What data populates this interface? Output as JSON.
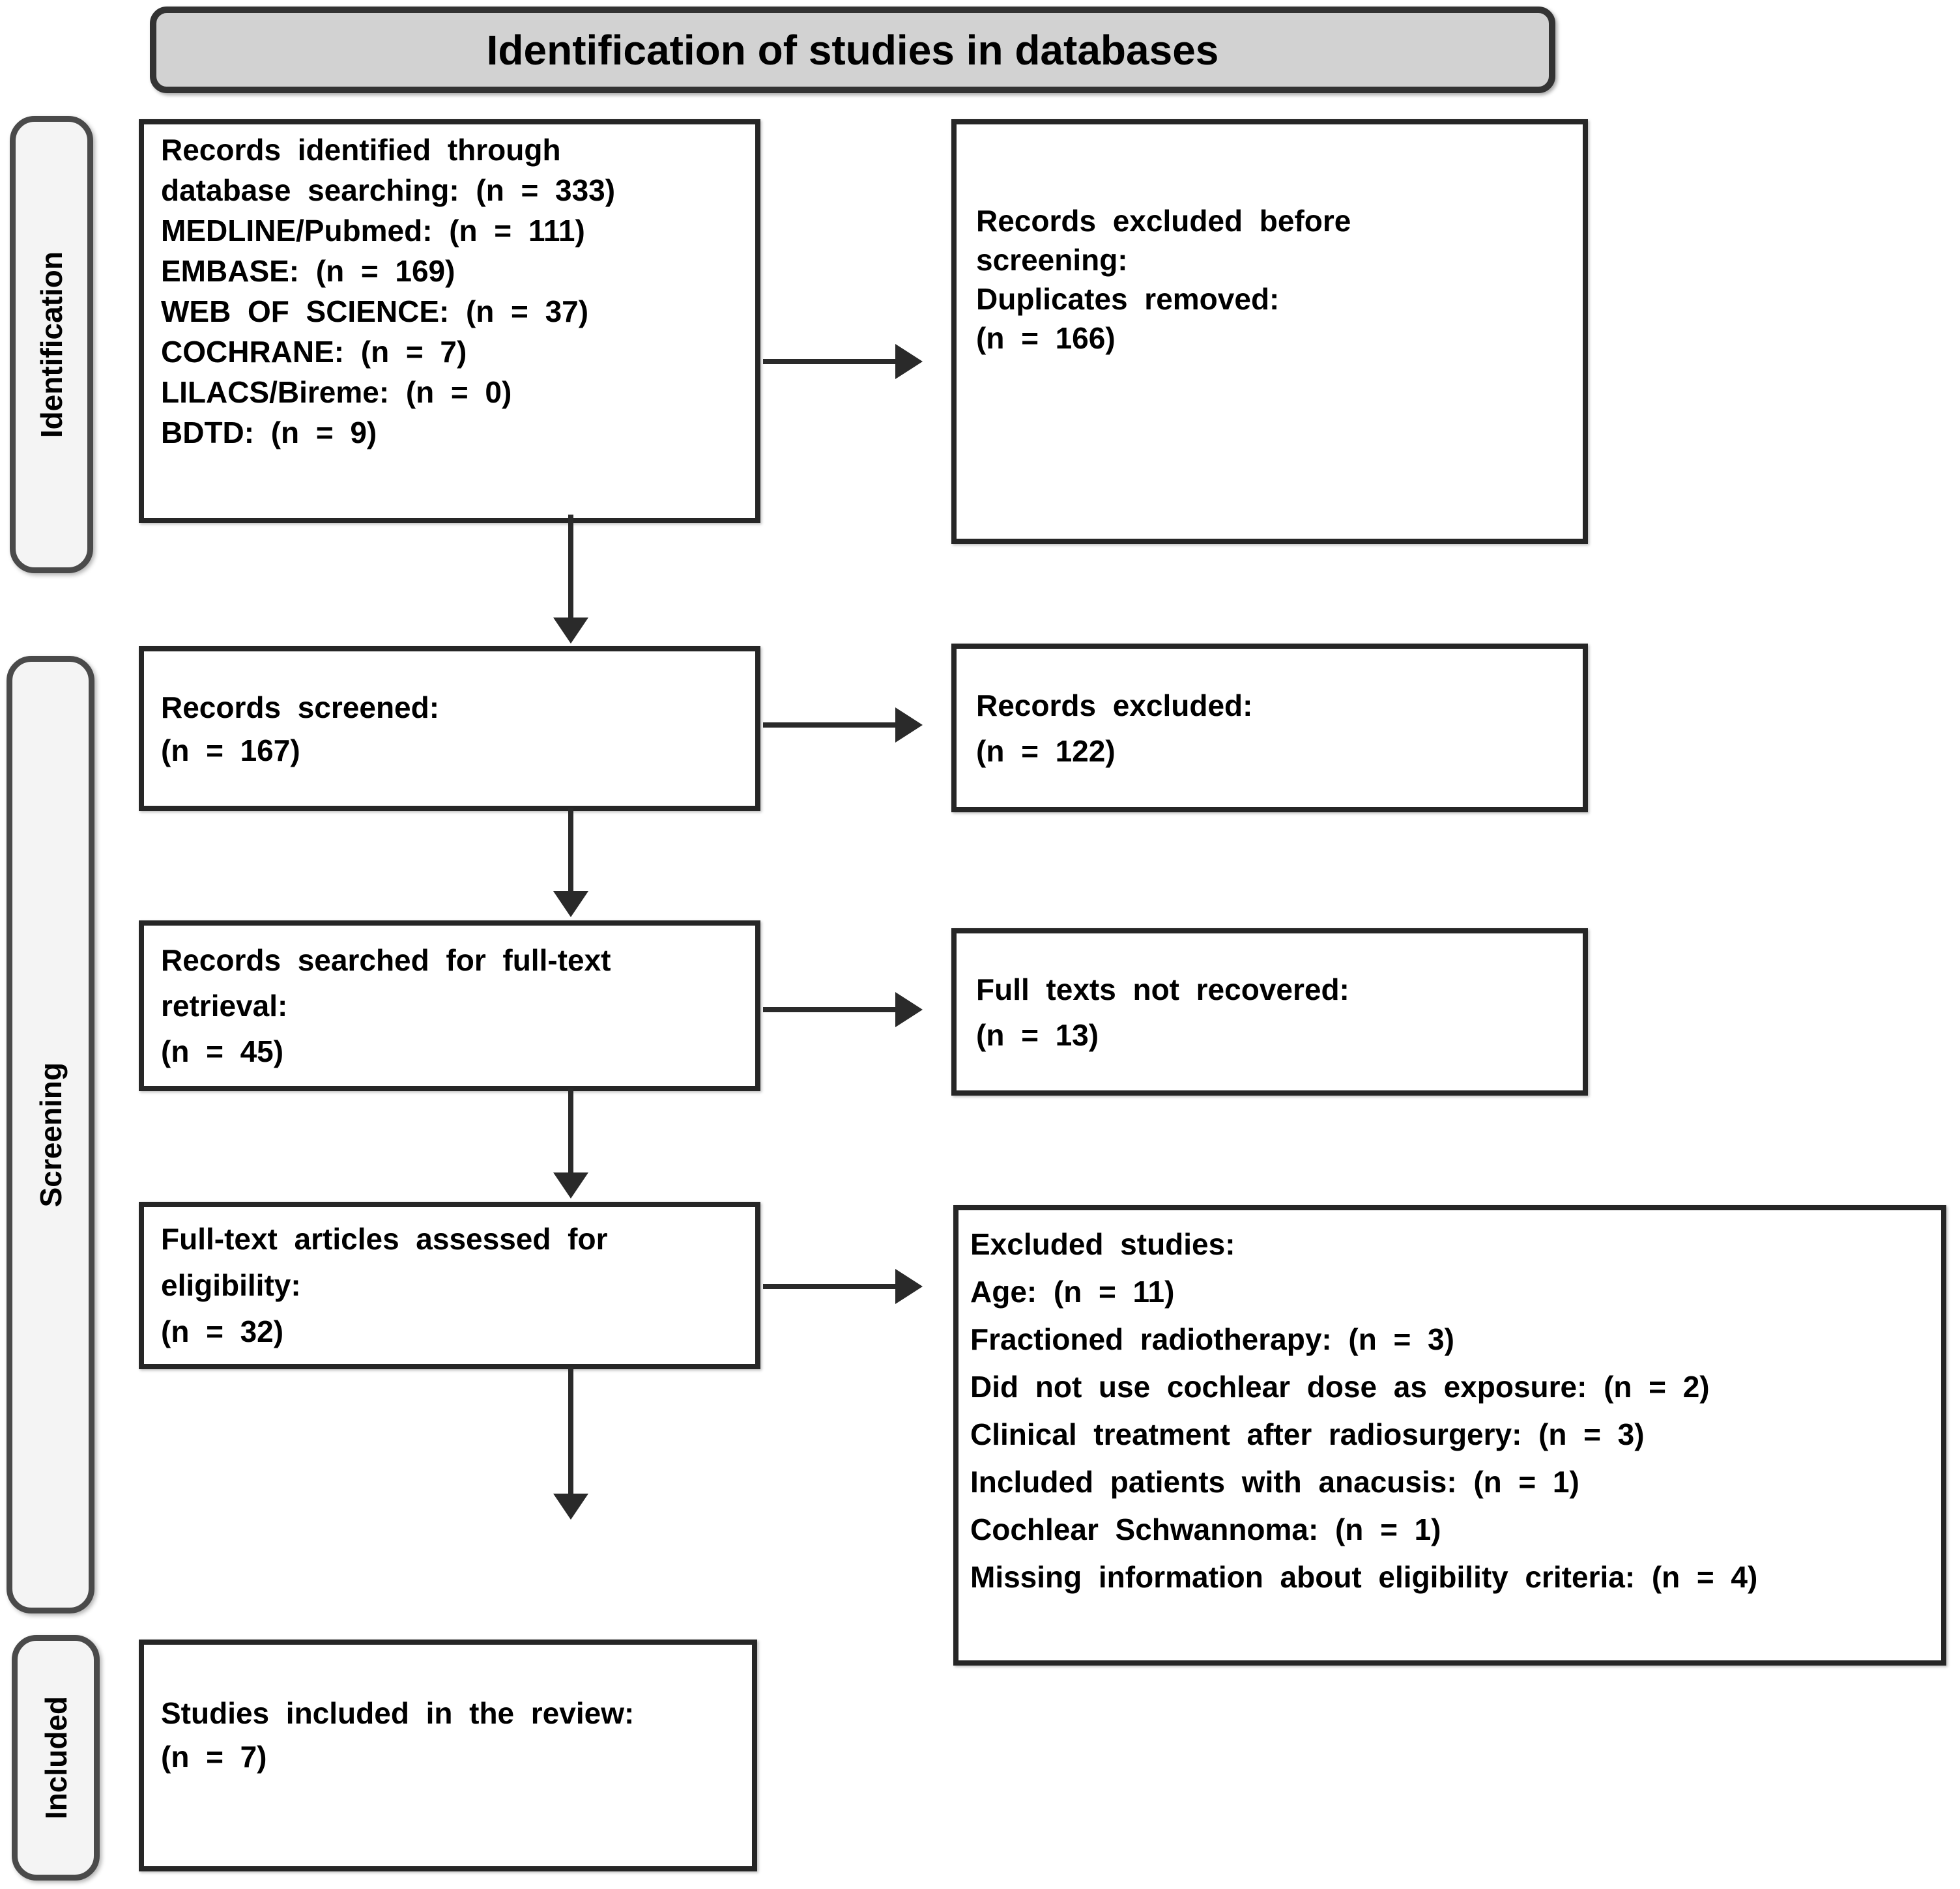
{
  "header": {
    "title": "Identification of studies in databases"
  },
  "stages": [
    {
      "label": "Identification"
    },
    {
      "label": "Screening"
    },
    {
      "label": "Included"
    }
  ],
  "boxes": {
    "identified": {
      "lines": [
        "Records identified through",
        "database searching: (n = 333)",
        "MEDLINE/Pubmed: (n = 111)",
        "EMBASE: (n = 169)",
        "WEB OF SCIENCE: (n = 37)",
        "COCHRANE: (n = 7)",
        "LILACS/Bireme: (n = 0)",
        "BDTD: (n = 9)"
      ]
    },
    "excluded_before": {
      "lines": [
        "Records excluded before",
        "screening:",
        "Duplicates removed:",
        "(n = 166)"
      ]
    },
    "screened": {
      "lines": [
        "Records screened:",
        "(n = 167)"
      ]
    },
    "records_excluded": {
      "lines": [
        "Records excluded:",
        "(n = 122)"
      ]
    },
    "fulltext_retrieval": {
      "lines": [
        "Records searched for full-text",
        "retrieval:",
        "(n = 45)"
      ]
    },
    "not_recovered": {
      "lines": [
        "Full texts not recovered:",
        "(n = 13)"
      ]
    },
    "assessed": {
      "lines": [
        "Full-text articles assessed for",
        "eligibility:",
        "(n = 32)"
      ]
    },
    "excluded_studies": {
      "lines": [
        "Excluded studies:",
        "Age: (n = 11)",
        "Fractioned radiotherapy: (n = 3)",
        "Did not use cochlear dose as exposure: (n = 2)",
        "Clinical treatment after radiosurgery: (n = 3)",
        "Included patients with anacusis: (n = 1)",
        "Cochlear Schwannoma: (n = 1)",
        "Missing information about eligibility criteria: (n = 4)"
      ]
    },
    "included_review": {
      "lines": [
        "Studies included in the review:",
        "(n = 7)"
      ]
    }
  },
  "theme": {
    "header_fill": "#d2d2d2",
    "header_border": "#333333",
    "stage_fill": "#f4f4f4",
    "stage_border": "#4a4a4a",
    "box_fill": "#ffffff",
    "box_border": "#262626",
    "arrow_color": "#2a2a2a",
    "text_color": "#000000",
    "page_bg": "#ffffff"
  }
}
